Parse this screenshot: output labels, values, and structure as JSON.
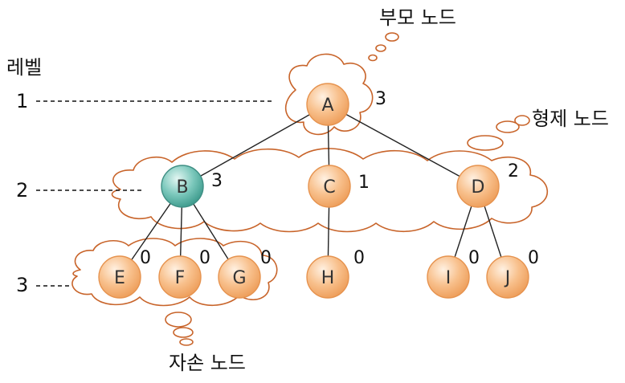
{
  "level_heading": "레벨",
  "levels": [
    "1",
    "2",
    "3"
  ],
  "callouts": {
    "parent": "부모 노드",
    "sibling": "형제 노드",
    "child": "자손 노드"
  },
  "nodes": [
    {
      "id": "A",
      "degree": "3"
    },
    {
      "id": "B",
      "degree": "3"
    },
    {
      "id": "C",
      "degree": "1"
    },
    {
      "id": "D",
      "degree": "2"
    },
    {
      "id": "E",
      "degree": "0"
    },
    {
      "id": "F",
      "degree": "0"
    },
    {
      "id": "G",
      "degree": "0"
    },
    {
      "id": "H",
      "degree": "0"
    },
    {
      "id": "I",
      "degree": "0"
    },
    {
      "id": "J",
      "degree": "0"
    }
  ],
  "colors": {
    "node_fill": "#f6b47a",
    "node_highlight": "#5fb3a6",
    "cloud_stroke": "#c8642a"
  }
}
